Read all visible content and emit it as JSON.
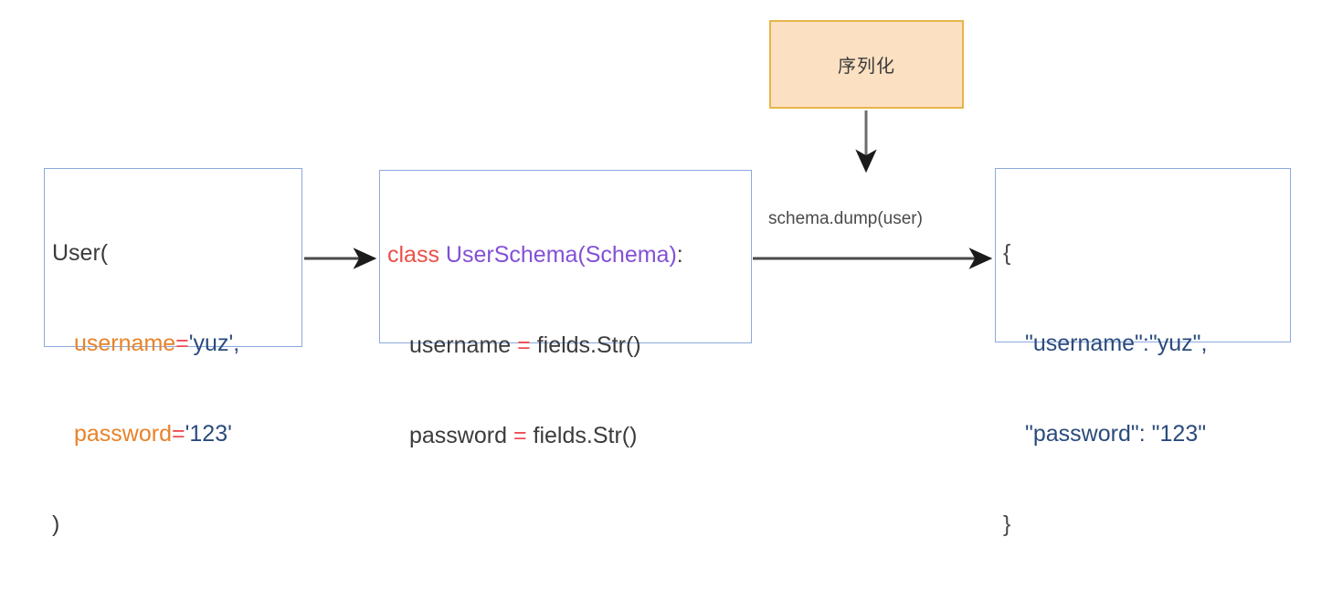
{
  "diagram": {
    "title": "marshmallow serialization flow",
    "colors": {
      "box_border": "#8ca9dd",
      "process_fill": "#fce0c2",
      "process_border": "#e5b54b",
      "identifier": "#e8832a",
      "operator": "#ee4d52",
      "string": "#2a4b7c",
      "keyword": "#ed4f4a",
      "classname": "#8350d6",
      "arrow": "#4a4a4a",
      "json_text": "#2a4b7c"
    },
    "nodes": {
      "user_object": {
        "name": "User object literal",
        "lines": {
          "l1": "User(",
          "l2_ident": "username",
          "l2_op": "=",
          "l2_str": "'yuz',",
          "l3_ident": "password",
          "l3_op": "=",
          "l3_str": "'123'",
          "l4": ")"
        }
      },
      "schema_class": {
        "name": "UserSchema class definition",
        "lines": {
          "l1_kw": "class",
          "l1_cls": "UserSchema(Schema)",
          "l1_colon": ":",
          "l2_name": "username",
          "l2_op": "=",
          "l2_val": "fields.Str()",
          "l3_name": "password",
          "l3_op": "=",
          "l3_val": "fields.Str()"
        }
      },
      "json_result": {
        "name": "Serialized JSON result",
        "lines": {
          "l1": "{",
          "l2": "\"username\":\"yuz\",",
          "l3": "\"password\": \"123\"",
          "l4": "}"
        }
      },
      "serialize_process": {
        "name": "Serialization step",
        "label": "序列化"
      }
    },
    "edges": {
      "user_to_schema": {
        "label": ""
      },
      "schema_to_json": {
        "label": "schema.dump(user)"
      },
      "process_to_edge": {
        "label": ""
      }
    }
  }
}
